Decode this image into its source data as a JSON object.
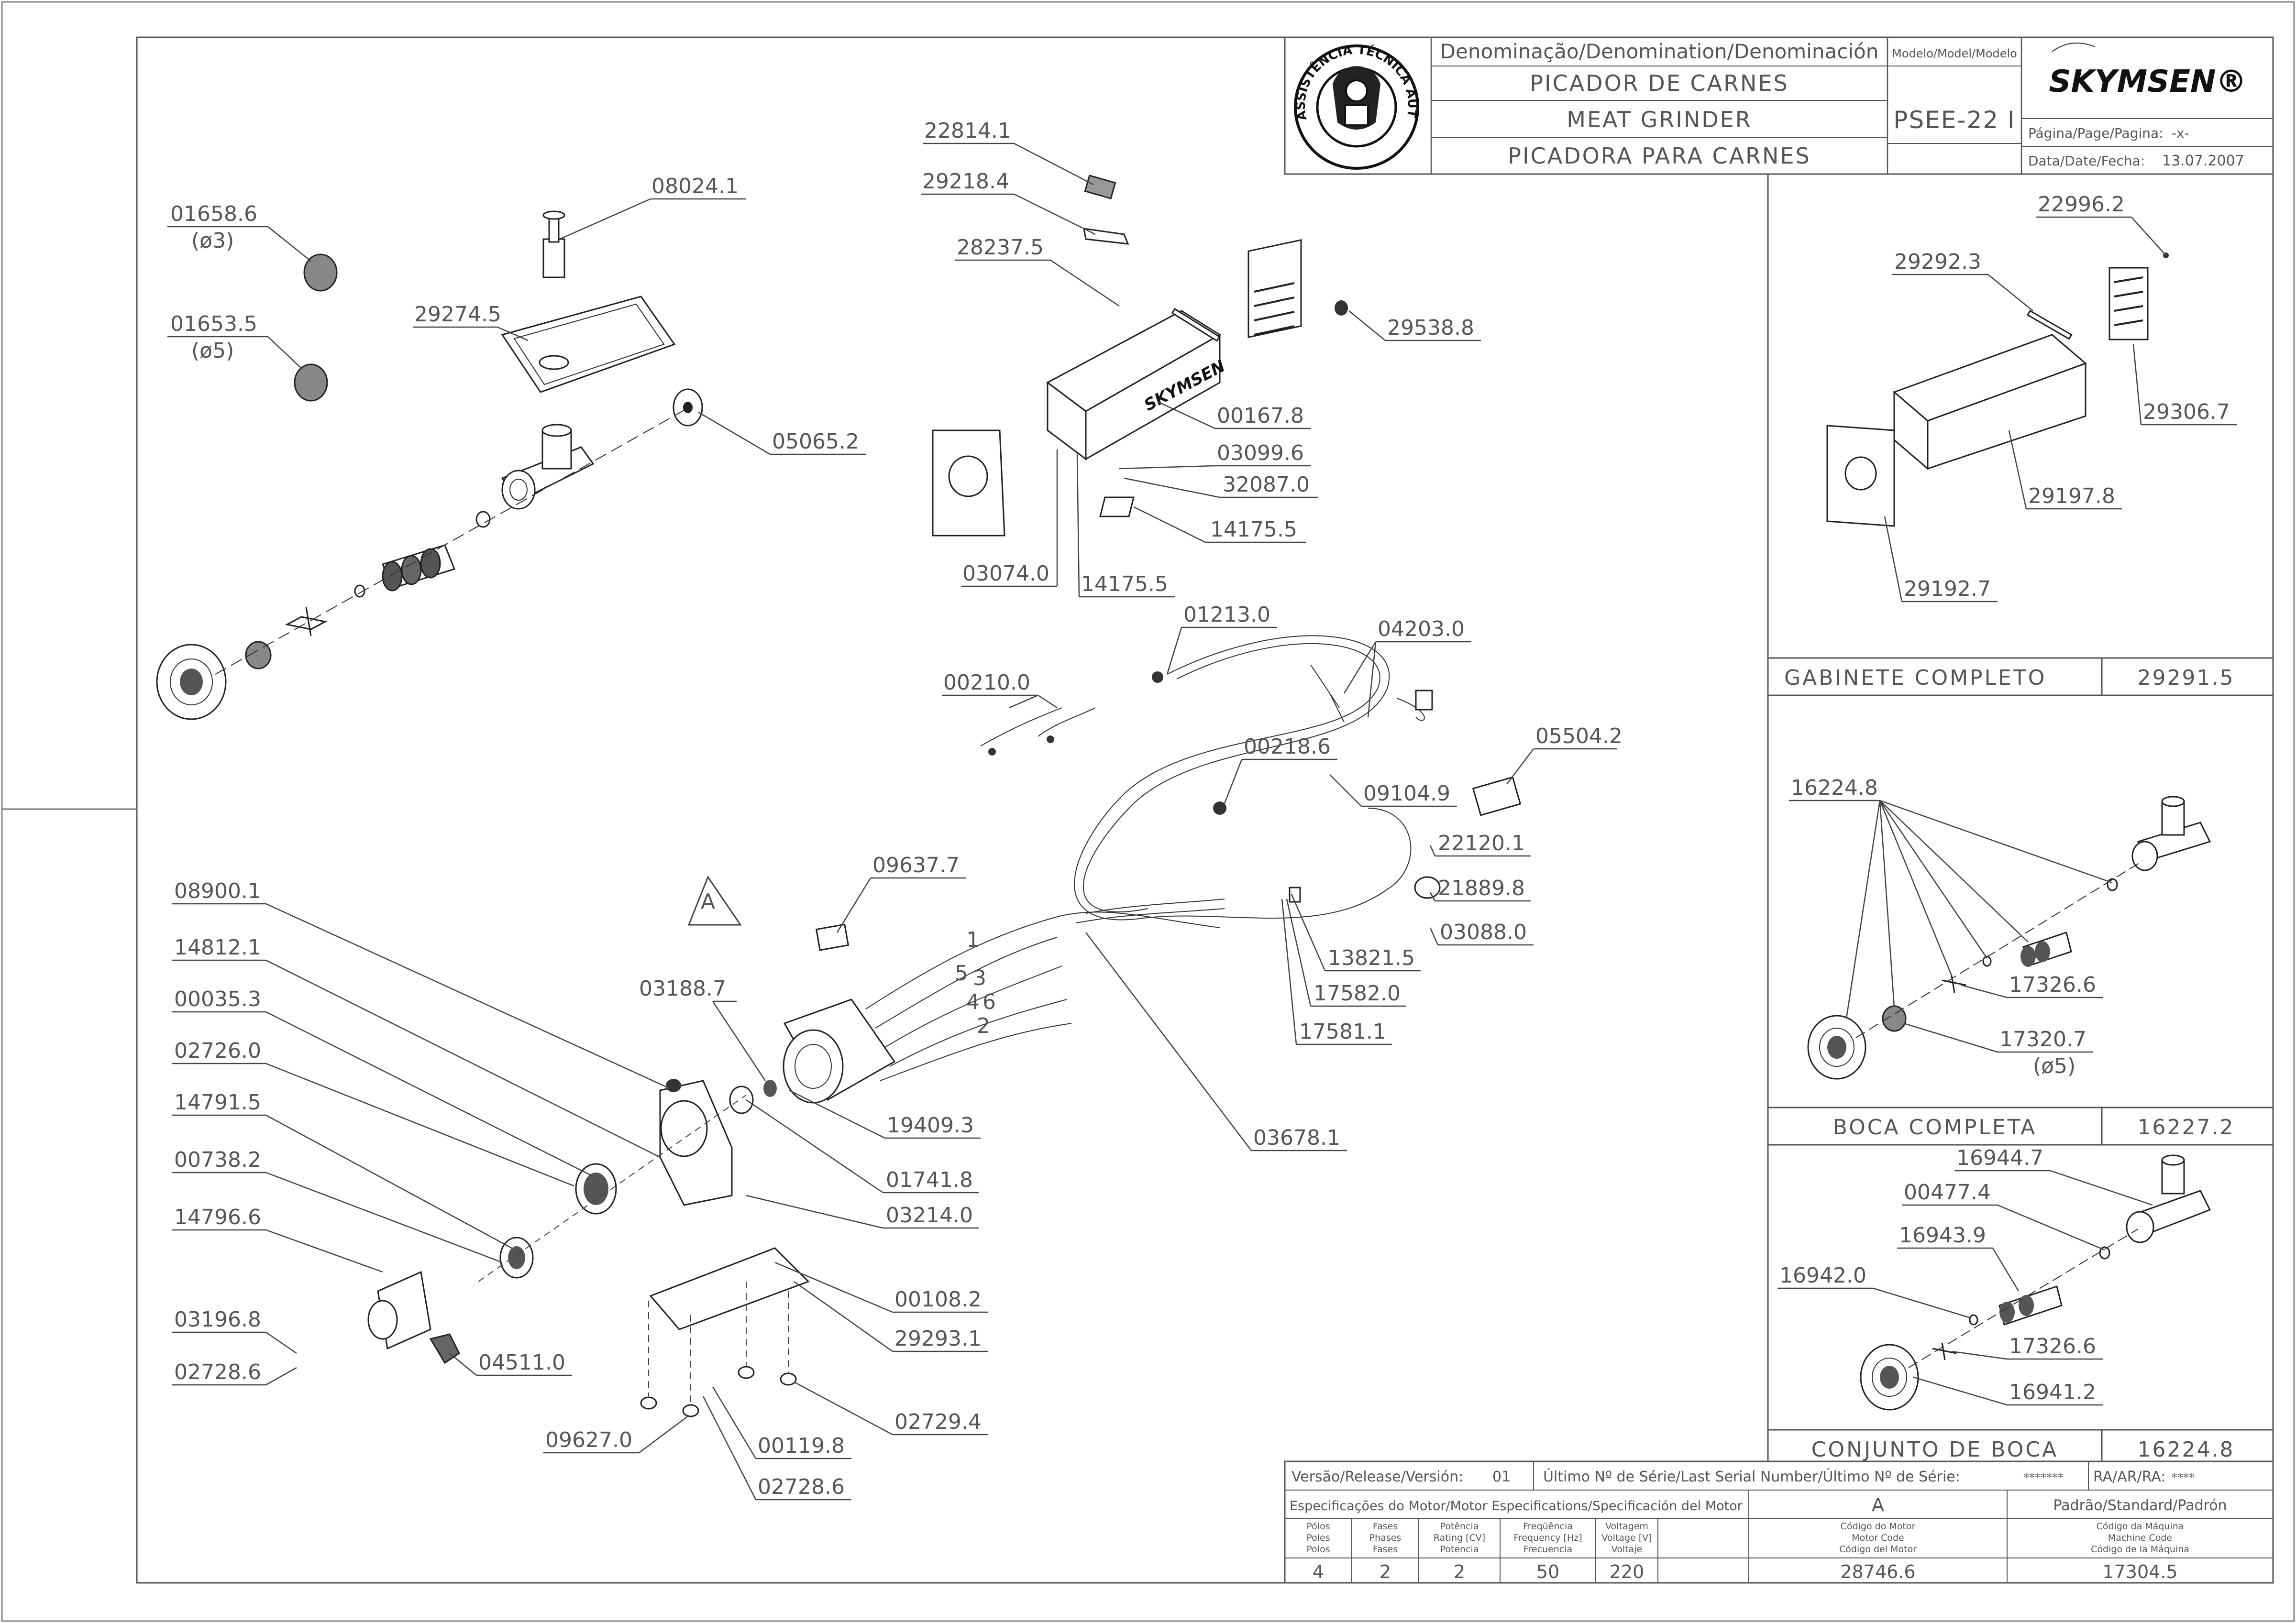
{
  "title_block": {
    "denomination_header": "Denominação/Denomination/Denominación",
    "name_pt": "PICADOR DE CARNES",
    "name_en": "MEAT GRINDER",
    "name_es": "PICADORA PARA CARNES",
    "model_header": "Modelo/Model/Modelo",
    "model_value": "PSEE-22 I",
    "brand": "SKYMSEN®",
    "seal_text": "ASSISTÊNCIA TÉCNICA AUTORIZADA",
    "page_label": "Página/Page/Pagina:",
    "page_value": "-x-",
    "date_label": "Data/Date/Fecha:",
    "date_value": "13.07.2007"
  },
  "parts": {
    "p01658_6": "01658.6",
    "p01658_6_sub": "(ø3)",
    "p08024_1": "08024.1",
    "p01653_5": "01653.5",
    "p01653_5_sub": "(ø5)",
    "p29274_5": "29274.5",
    "p05065_2": "05065.2",
    "p22814_1": "22814.1",
    "p29218_4": "29218.4",
    "p28237_5": "28237.5",
    "p29538_8": "29538.8",
    "p00167_8": "00167.8",
    "p03099_6": "03099.6",
    "p32087_0": "32087.0",
    "p14175_5a": "14175.5",
    "p03074_0": "03074.0",
    "p14175_5b": "14175.5",
    "p01213_0": "01213.0",
    "p04203_0": "04203.0",
    "p00210_0": "00210.0",
    "p00218_6": "00218.6",
    "p05504_2": "05504.2",
    "p09104_9": "09104.9",
    "p22120_1": "22120.1",
    "p21889_8": "21889.8",
    "p03088_0": "03088.0",
    "p13821_5": "13821.5",
    "p17582_0": "17582.0",
    "p17581_1": "17581.1",
    "p09637_7": "09637.7",
    "p03188_7": "03188.7",
    "p19409_3": "19409.3",
    "p01741_8": "01741.8",
    "p03214_0": "03214.0",
    "p03678_1": "03678.1",
    "p08900_1": "08900.1",
    "p14812_1": "14812.1",
    "p00035_3": "00035.3",
    "p02726_0": "02726.0",
    "p14791_5": "14791.5",
    "p00738_2": "00738.2",
    "p14796_6": "14796.6",
    "p03196_8": "03196.8",
    "p02728_6a": "02728.6",
    "p04511_0": "04511.0",
    "p00108_2": "00108.2",
    "p29293_1": "29293.1",
    "p02729_4": "02729.4",
    "p09627_0": "09627.0",
    "p00119_8": "00119.8",
    "p02728_6b": "02728.6",
    "motor_label": "A",
    "wire_1": "1",
    "wire_5": "5",
    "wire_3": "3",
    "wire_4": "4",
    "wire_6": "6",
    "wire_2": "2"
  },
  "cabinet_section": {
    "p22996_2": "22996.2",
    "p29292_3": "29292.3",
    "p29306_7": "29306.7",
    "p29197_8": "29197.8",
    "p29192_7": "29192.7",
    "title": "GABINETE COMPLETO",
    "code": "29291.5"
  },
  "mouth_section": {
    "p16224_8": "16224.8",
    "p17326_6": "17326.6",
    "p17320_7": "17320.7",
    "p17320_7_sub": "(ø5)",
    "title": "BOCA COMPLETA",
    "code": "16227.2"
  },
  "mouth_assembly_section": {
    "p16944_7": "16944.7",
    "p00477_4": "00477.4",
    "p16943_9": "16943.9",
    "p16942_0": "16942.0",
    "p17326_6": "17326.6",
    "p16941_2": "16941.2",
    "title": "CONJUNTO DE BOCA",
    "code": "16224.8"
  },
  "bottom_block": {
    "version_label": "Versão/Release/Versión:",
    "version_value": "01",
    "serial_label": "Último Nº de Série/Last Serial Number/Último Nº de Série:",
    "serial_value": "*******",
    "ra_label": "RA/AR/RA:",
    "ra_value": "****",
    "motor_spec_label": "Especificações do Motor/Motor Especifications/Specificación del Motor",
    "motor_letter": "A",
    "standard_label": "Padrão/Standard/Padrón",
    "headers": [
      [
        "Pólos",
        "Poles",
        "Polos"
      ],
      [
        "Fases",
        "Phases",
        "Fases"
      ],
      [
        "Potência",
        "Rating [CV]",
        "Potencia"
      ],
      [
        "Freqüência",
        "Frequency [Hz]",
        "Frecuencia"
      ],
      [
        "Voltagem",
        "Voltage [V]",
        "Voltaje"
      ],
      [
        "Código do Motor",
        "Motor Code",
        "Código del Motor"
      ],
      [
        "Código da Máquina",
        "Machine Code",
        "Código de la Máquina"
      ]
    ],
    "values": [
      "4",
      "2",
      "2",
      "50",
      "220",
      "28746.6",
      "17304.5"
    ]
  }
}
